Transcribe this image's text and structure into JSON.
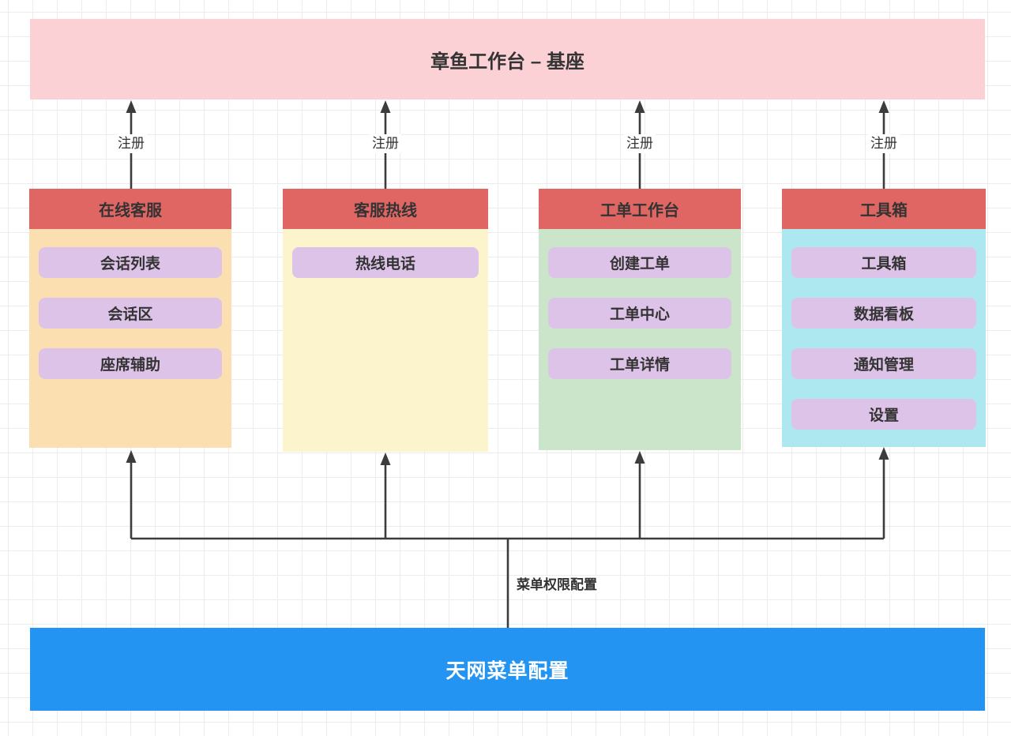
{
  "colors": {
    "pink": "#FCD1D6",
    "red": "#E06664",
    "orange": "#FBDFB0",
    "yellow": "#FBF4CC",
    "green": "#CBE5CB",
    "cyan": "#ADE7F0",
    "purple": "#DDC3E8",
    "blue": "#2394F2",
    "text": "#333333",
    "arrow": "#3C3C3C",
    "grid": "#ECECEC",
    "label-bg": "#FFFFFF"
  },
  "top_banner": {
    "title": "章鱼工作台 – 基座"
  },
  "register_arrows": [
    {
      "label": "注册"
    },
    {
      "label": "注册"
    },
    {
      "label": "注册"
    },
    {
      "label": "注册"
    }
  ],
  "columns": [
    {
      "header": "在线客服",
      "items": [
        "会话列表",
        "会话区",
        "座席辅助"
      ]
    },
    {
      "header": "客服热线",
      "items": [
        "热线电话"
      ]
    },
    {
      "header": "工单工作台",
      "items": [
        "创建工单",
        "工单中心",
        "工单详情"
      ]
    },
    {
      "header": "工具箱",
      "items": [
        "工具箱",
        "数据看板",
        "通知管理",
        "设置"
      ]
    }
  ],
  "bottom_connector": {
    "label": "菜单权限配置"
  },
  "bottom_banner": {
    "title": "天网菜单配置"
  }
}
